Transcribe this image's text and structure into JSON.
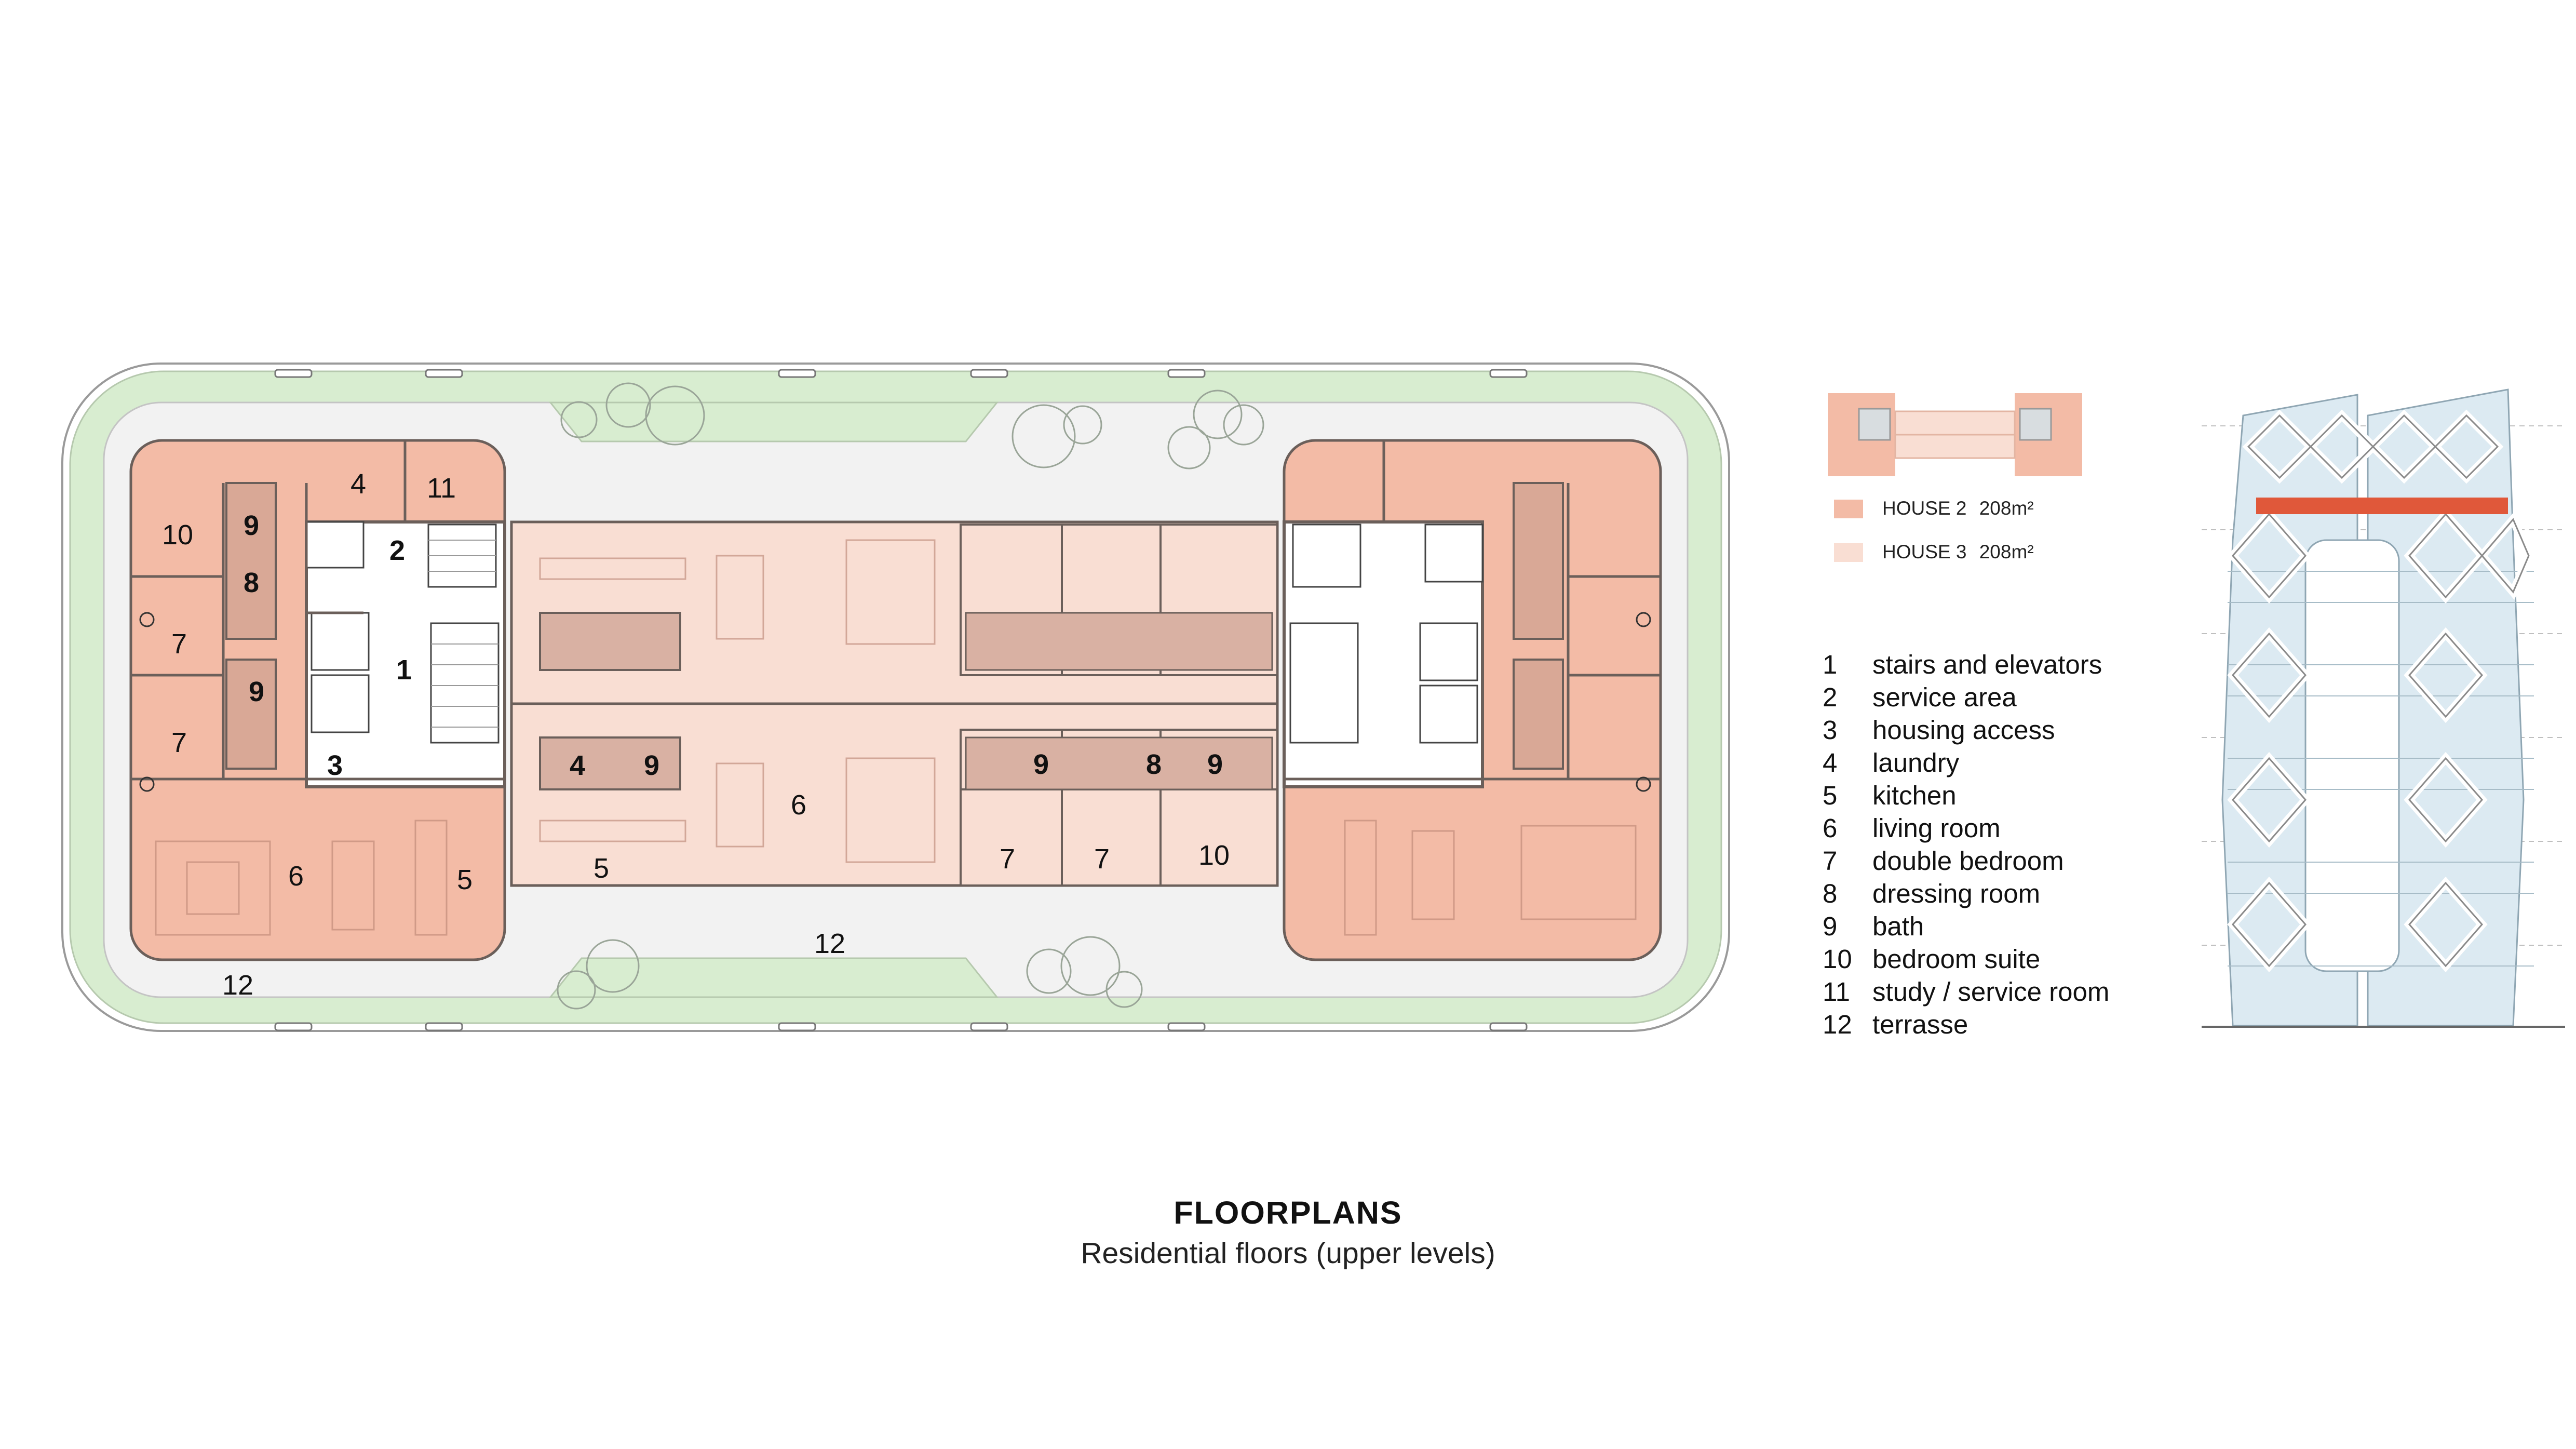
{
  "plan": {
    "labels": {
      "left_10": "10",
      "left_9a": "9",
      "left_8": "8",
      "left_7a": "7",
      "left_9b": "9",
      "left_7b": "7",
      "left_4": "4",
      "left_11": "11",
      "left_2": "2",
      "left_1": "1",
      "left_3": "3",
      "left_6": "6",
      "left_5": "5",
      "left_12": "12",
      "mid_4": "4",
      "mid_9a": "9",
      "mid_6": "6",
      "mid_5": "5",
      "mid_9b": "9",
      "mid_8": "8",
      "mid_9c": "9",
      "mid_7a": "7",
      "mid_7b": "7",
      "mid_10": "10",
      "mid_12": "12"
    },
    "colors": {
      "house2": "#f3bba6",
      "house3": "#f9ded3",
      "terrace": "#d8edd0",
      "walls": "#6b5f5a"
    }
  },
  "key": {
    "house2_label": "HOUSE 2",
    "house2_area": "208m²",
    "house3_label": "HOUSE 3",
    "house3_area": "208m²",
    "house2_color": "#f3bba6",
    "house3_color": "#f9ded3"
  },
  "legend": {
    "items": [
      {
        "num": "1",
        "label": "stairs and elevators"
      },
      {
        "num": "2",
        "label": "service area"
      },
      {
        "num": "3",
        "label": "housing access"
      },
      {
        "num": "4",
        "label": "laundry"
      },
      {
        "num": "5",
        "label": "kitchen"
      },
      {
        "num": "6",
        "label": "living room"
      },
      {
        "num": "7",
        "label": "double bedroom"
      },
      {
        "num": "8",
        "label": "dressing room"
      },
      {
        "num": "9",
        "label": "bath"
      },
      {
        "num": "10",
        "label": "bedroom suite"
      },
      {
        "num": "11",
        "label": "study / service room"
      },
      {
        "num": "12",
        "label": "terrasse"
      }
    ]
  },
  "elevation": {
    "highlight_color": "#e0583a",
    "facade_color": "#dceaf2"
  },
  "caption": {
    "title": "FLOORPLANS",
    "subtitle": "Residential floors (upper levels)"
  }
}
